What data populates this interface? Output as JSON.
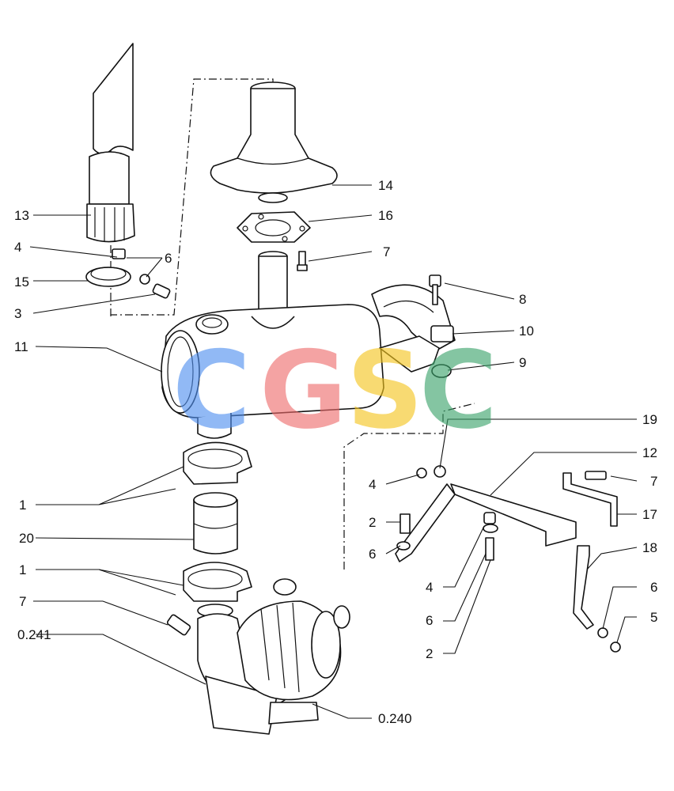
{
  "labels": {
    "l13": "13",
    "l4a": "4",
    "l6a": "6",
    "l15": "15",
    "l3": "3",
    "l14": "14",
    "l16": "16",
    "l7a": "7",
    "l8": "8",
    "l10": "10",
    "l11": "11",
    "l9": "9",
    "l19": "19",
    "l12": "12",
    "l4b": "4",
    "l7b": "7",
    "l2a": "2",
    "l17": "17",
    "l6b": "6",
    "l18": "18",
    "l1a": "1",
    "l20": "20",
    "l1b": "1",
    "l4c": "4",
    "l6c": "6",
    "l6d": "6",
    "l5": "5",
    "l2b": "2",
    "l7c": "7",
    "l0241": "0.241",
    "l0240": "0.240"
  },
  "watermark": {
    "c1": "C",
    "g": "G",
    "s": "S",
    "c2": "C",
    "colors": {
      "c1": "#4f8ff0",
      "g": "#ee6b6b",
      "s": "#f4c51c",
      "c2": "#3aa36a"
    }
  }
}
